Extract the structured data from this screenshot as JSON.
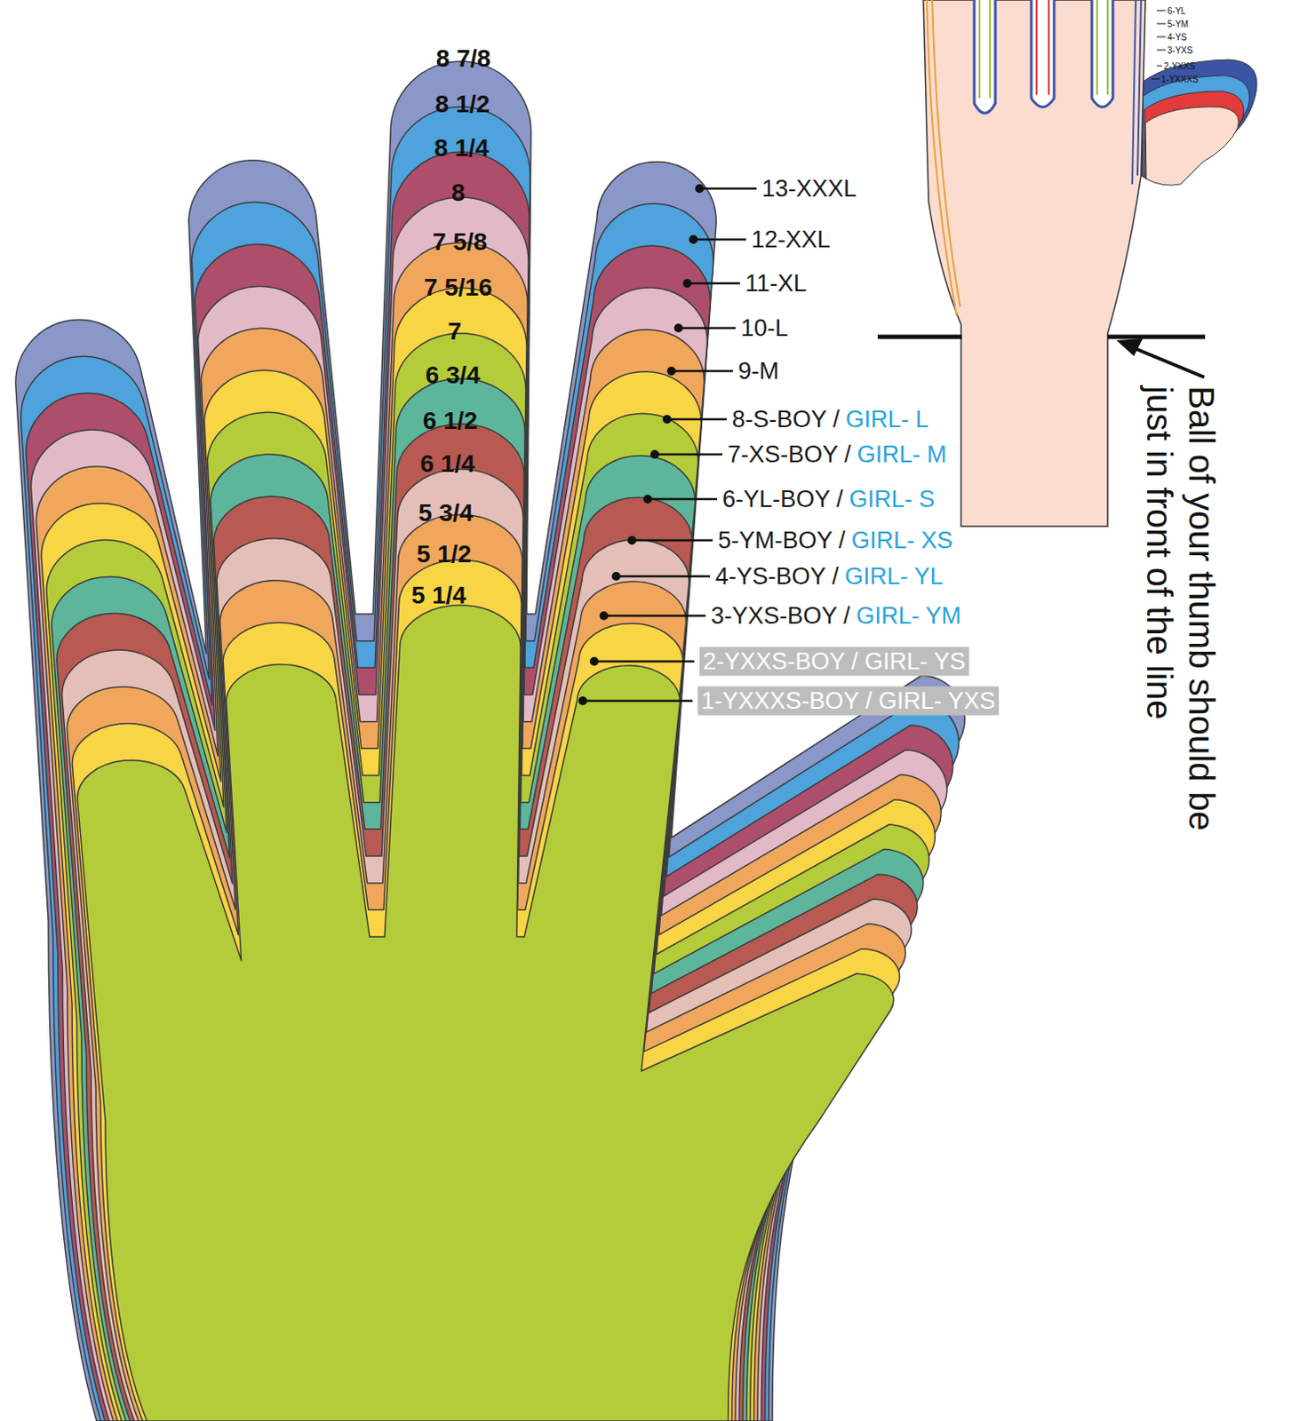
{
  "diagram": {
    "labels": [
      "6-YL",
      "5-YM",
      "4-YS",
      "3-YXS",
      "2-YXXS",
      "1-YXXXS",
      "8 7/8",
      "8 1/2",
      "8 1/4",
      "8",
      "7 5/8",
      "7 5/16",
      "7",
      "6 3/4",
      "6 1/2",
      "6 1/4",
      "5 3/4",
      "5 1/2",
      "5 1/4",
      "13-XXXL",
      "12-XXL",
      "11-XL",
      "10-L",
      "9-M",
      "8-S-BOY /",
      "GIRL- L",
      "7-XS-BOY /",
      "GIRL- M",
      "6-YL-BOY /",
      "GIRL- S",
      "5-YM-BOY /",
      "GIRL- XS",
      "4-YS-BOY /",
      "GIRL- YL",
      "3-YXS-BOY /",
      "GIRL- YM",
      "2-YXXS-BOY / GIRL- YS",
      "1-YXXXS-BOY / GIRL- YXS",
      "Ball of your thumb should be just in front of the line"
    ]
  }
}
